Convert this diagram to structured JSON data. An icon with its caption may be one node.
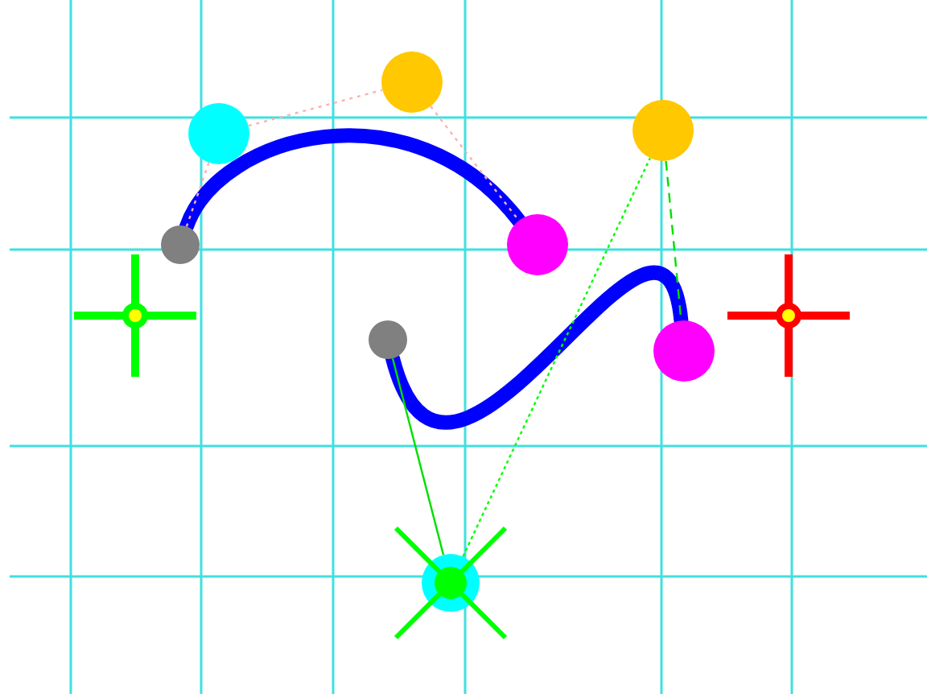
{
  "diagram": {
    "nodes": [
      {
        "text": [],
        "shape": "circle"
      },
      {
        "text": [],
        "shape": "circle"
      },
      {
        "text": [],
        "shape": "circle"
      },
      {
        "text": [],
        "shape": "circle"
      },
      {
        "text": [],
        "shape": "cross"
      },
      {
        "text": [],
        "shape": "cross"
      },
      {
        "text": [],
        "shape": "circle"
      },
      {
        "text": [],
        "shape": "circle"
      },
      {
        "text": [],
        "shape": "circle"
      },
      {
        "text": [],
        "shape": "circle"
      }
    ],
    "edges": [
      {
        "from": 0,
        "to": 3,
        "arrow": "none",
        "style": "thick",
        "color": "#0000ff"
      },
      {
        "from": 0,
        "to": 1,
        "arrow": "none",
        "style": "dashed",
        "color": "#ffb0b0"
      },
      {
        "from": 1,
        "to": 2,
        "arrow": "none",
        "style": "dashed",
        "color": "#ffb0b0"
      },
      {
        "from": 2,
        "to": 3,
        "arrow": "none",
        "style": "dashed",
        "color": "#ffb0b0"
      },
      {
        "from": 6,
        "to": 8,
        "arrow": "none",
        "style": "thick",
        "color": "#0000ff"
      },
      {
        "from": 9,
        "to": 6,
        "arrow": "none",
        "color": "#00e000"
      },
      {
        "from": 9,
        "to": 7,
        "arrow": "none",
        "style": "dashed",
        "color": "#00ff00"
      },
      {
        "from": 7,
        "to": 8,
        "arrow": "none",
        "style": "dashed",
        "color": "#00e000"
      }
    ]
  }
}
